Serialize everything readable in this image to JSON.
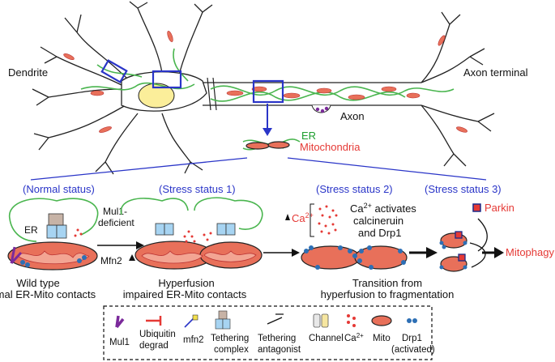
{
  "neuron": {
    "dendrite_label": "Dendrite",
    "axon_terminal_label": "Axon terminal",
    "axon_label": "Axon",
    "zoom_er_label": "ER",
    "zoom_mito_label": "Mitochondria"
  },
  "panels": {
    "normal": {
      "status": "(Normal status)",
      "er_label": "ER",
      "caption_line1": "Wild type",
      "caption_line2": "normal ER-Mito contacts"
    },
    "stress1": {
      "status": "(Stress status 1)",
      "mul1_line1": "Mul1-",
      "mul1_line2": "deficient",
      "mfn2_label": "Mfn2",
      "caption_line1": "Hyperfusion",
      "caption_line2": "impaired ER-Mito contacts"
    },
    "stress2": {
      "status": "(Stress status 2)",
      "ca_label": "Ca",
      "ca_sup": "2+",
      "activates_line1": "Ca",
      "activates_sup": "2+",
      "activates_line1_rest": " activates",
      "activates_line2": "calcineruin",
      "activates_line3": "and Drp1",
      "caption_line1": "Transition from",
      "caption_line2": "hyperfusion to fragmentation"
    },
    "stress3": {
      "status": "(Stress status 3)",
      "parkin_label": "Parkin",
      "mitophagy_label": "Mitophagy"
    }
  },
  "legend": {
    "mul1": "Mul1",
    "ubiquitin_line1": "Ubiquitin",
    "ubiquitin_line2": "degrad",
    "mfn2": "mfn2",
    "tethering_line1": "Tethering",
    "tethering_line2": "complex",
    "antagonist_line1": "Tethering",
    "antagonist_line2": "antagonist",
    "channel": "Channel",
    "ca": "Ca",
    "ca_sup": "2+",
    "mito": "Mito",
    "drp1_line1": "Drp1",
    "drp1_line2": "(activated)"
  },
  "colors": {
    "blue": "#2a35c8",
    "red": "#e53935",
    "green": "#1e9e2e",
    "mito": "#e8705a",
    "er": "#49b54e"
  }
}
